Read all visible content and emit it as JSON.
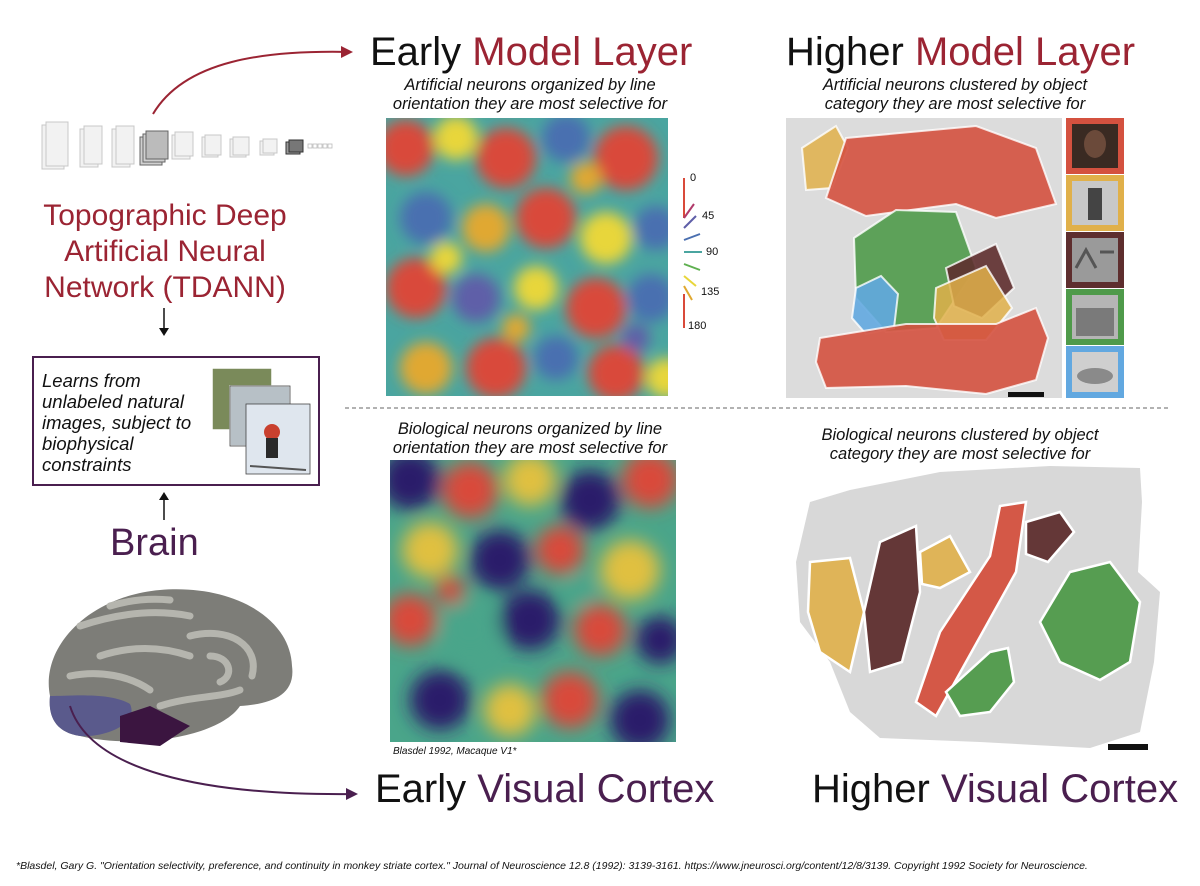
{
  "headers": {
    "early_model": {
      "prefix": "Early ",
      "accent": "Model Layer"
    },
    "higher_model": {
      "prefix": "Higher ",
      "accent": "Model Layer"
    },
    "early_cortex": {
      "prefix": "Early ",
      "accent": "Visual Cortex"
    },
    "higher_cortex": {
      "prefix": "Higher ",
      "accent": "Visual Cortex"
    }
  },
  "captions": {
    "early_model": "Artificial neurons organized by line orientation they are most selective for",
    "higher_model": "Artificial neurons clustered by object category they are most selective for",
    "early_cortex": "Biological neurons organized by line orientation they are most selective for",
    "higher_cortex": "Biological neurons clustered by object category they are most selective for"
  },
  "left": {
    "tdann_title": "Topographic Deep Artificial Neural Network (TDANN)",
    "learns_text": "Learns from unlabeled natural images, subject to biophysical constraints",
    "brain_label": "Brain"
  },
  "orientation_legend": [
    "0",
    "45",
    "90",
    "135",
    "180"
  ],
  "reference": "Blasdel 1992, Macaque V1*",
  "footnote": "*Blasdel, Gary G. \"Orientation selectivity, preference, and continuity in monkey striate cortex.\" Journal of Neuroscience 12.8 (1992): 3139-3161. https://www.jneurosci.org/content/12/8/3139. Copyright 1992 Society for Neuroscience.",
  "colors": {
    "accent_red": "#9b2433",
    "accent_purple": "#4a1f4f",
    "faces": "#d4513f",
    "bodies": "#e0b04a",
    "words": "#5e2e2e",
    "places": "#4f9a4a",
    "cars": "#62a8e0"
  },
  "icons": [
    "face-thumbnail",
    "body-thumbnail",
    "word-thumbnail",
    "place-thumbnail",
    "car-thumbnail"
  ]
}
